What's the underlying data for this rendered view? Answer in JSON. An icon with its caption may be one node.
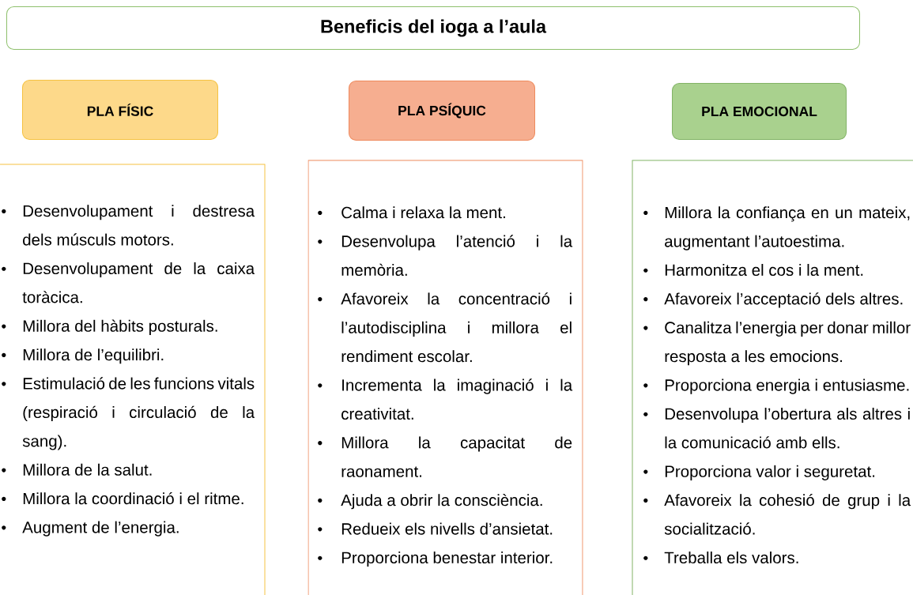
{
  "diagram": {
    "nodes": [
      {
        "text": [
          "Beneficis del ioga a l’aula"
        ]
      },
      {
        "text": [
          "PLA FÍSIC"
        ]
      },
      {
        "text": [
          "PLA PSÍQUIC"
        ]
      },
      {
        "text": [
          "PLA EMOCIONAL"
        ]
      },
      {
        "text": [
          "Desenvolupament i destresa dels músculs motors.",
          "Desenvolupament de la caixa toràcica.",
          "Millora del hàbits posturals.",
          "Millora de l’equilibri.",
          "Estimulació de les funcions vitals (respiració i circulació de la sang).",
          "Millora de la salut.",
          "Millora la coordinació i el ritme.",
          "Augment de l’energia."
        ]
      },
      {
        "text": [
          "Calma i relaxa la ment.",
          "Desenvolupa l’atenció i la memòria.",
          "Afavoreix la concentració i l’autodisciplina i millora el rendiment escolar.",
          "Incrementa la imaginació i la creativitat.",
          "Millora la capacitat de raonament.",
          "Ajuda a obrir la consciència.",
          "Redueix els nivells d’ansietat.",
          "Proporciona benestar interior."
        ]
      },
      {
        "text": [
          "Millora la confiança en un mateix, augmentant l’autoestima.",
          "Harmonitza el cos i la ment.",
          "Afavoreix l’acceptació dels altres.",
          "Canalitza l’energia per donar millor resposta a les emocions.",
          "Proporciona energia i entusiasme.",
          "Desenvolupa l’obertura als altres i la comunicació amb ells.",
          "Proporciona valor i seguretat.",
          "Afavoreix la cohesió de grup i la socialització.",
          "Treballa els valors."
        ]
      }
    ]
  }
}
